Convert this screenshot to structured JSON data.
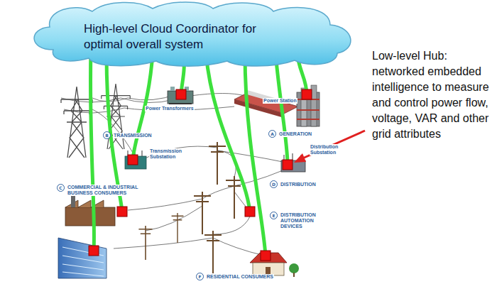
{
  "diagram": {
    "nodes": [
      {
        "text": [
          "High-level Cloud Coordinator for optimal overall system"
        ]
      }
    ],
    "labels": [
      "Low-level Hub: networked embedded intelligence to measure and control power flow, voltage, VAR and other grid attributes",
      "Power Transformers",
      "Power Station",
      "B",
      "TRANSMISSION",
      "A",
      "GENERATION",
      "Transmission Substation",
      "Distribution Substation",
      "C",
      "COMMERCIAL & INDUSTRIAL BUSINESS CONSUMERS",
      "D",
      "DISTRIBUTION",
      "E",
      "DISTRIBUTION AUTOMATION DEVICES",
      "F",
      "RESIDENTIAL CONSUMERS"
    ]
  }
}
